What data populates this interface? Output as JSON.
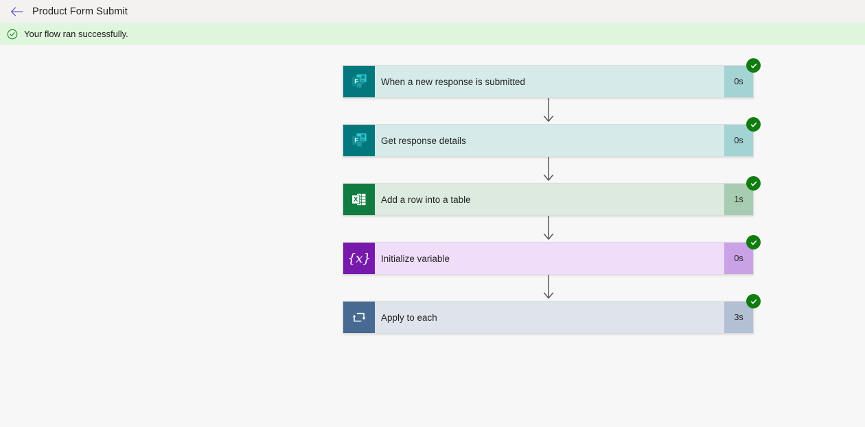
{
  "header": {
    "back_icon": "back-arrow-icon",
    "title": "Product Form Submit",
    "back_arrow_color": "#5b5fc7"
  },
  "banner": {
    "icon": "check-circle-outline-icon",
    "message": "Your flow ran successfully.",
    "background_color": "#dff6dd",
    "icon_color": "#107c10"
  },
  "status_badge": {
    "icon": "check-circle-filled-icon",
    "color": "#107c10"
  },
  "flow": {
    "steps": [
      {
        "label": "When a new response is submitted",
        "duration": "0s",
        "status": "succeeded",
        "icon": "microsoft-forms-icon",
        "theme": "forms",
        "icon_color": "#03787c",
        "body_color": "#d6eaea",
        "duration_color": "#a4d3d4"
      },
      {
        "label": "Get response details",
        "duration": "0s",
        "status": "succeeded",
        "icon": "microsoft-forms-icon",
        "theme": "forms",
        "icon_color": "#03787c",
        "body_color": "#d6eaea",
        "duration_color": "#a4d3d4"
      },
      {
        "label": "Add a row into a table",
        "duration": "1s",
        "status": "succeeded",
        "icon": "microsoft-excel-icon",
        "theme": "excel",
        "icon_color": "#107c41",
        "body_color": "#dceadf",
        "duration_color": "#a7ccb2"
      },
      {
        "label": "Initialize variable",
        "duration": "0s",
        "status": "succeeded",
        "icon": "variable-braces-x-icon",
        "theme": "variable",
        "icon_color": "#7719aa",
        "body_color": "#f0ddfa",
        "duration_color": "#c9a2e6"
      },
      {
        "label": "Apply to each",
        "duration": "3s",
        "status": "succeeded",
        "icon": "loop-apply-to-each-icon",
        "theme": "control",
        "icon_color": "#486991",
        "body_color": "#dfe3ec",
        "duration_color": "#b3c0d4"
      }
    ],
    "connector_icon": "arrow-down-icon"
  }
}
